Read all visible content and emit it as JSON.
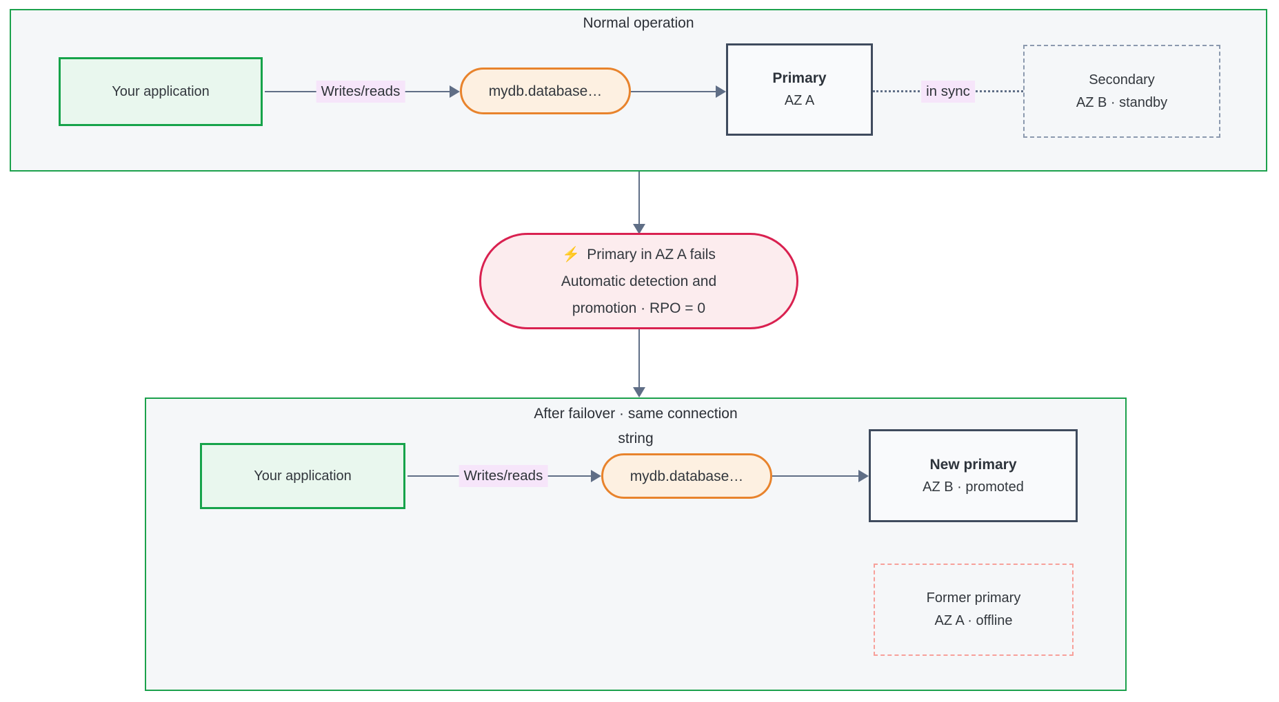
{
  "normal": {
    "title": "Normal operation",
    "app_label": "Your application",
    "edge_label": "Writes/reads",
    "endpoint_label": "mydb.database…",
    "primary_title": "Primary",
    "primary_subtitle": "AZ A",
    "sync_label": "in sync",
    "secondary_title": "Secondary",
    "secondary_subtitle": "AZ B · standby"
  },
  "event": {
    "icon": "⚡",
    "line1": "Primary in AZ A fails",
    "line2": "Automatic detection and",
    "line3": "promotion · RPO = 0"
  },
  "after": {
    "title_line1": "After failover · same connection",
    "title_line2": "string",
    "app_label": "Your application",
    "edge_label": "Writes/reads",
    "endpoint_label": "mydb.database…",
    "primary_title": "New primary",
    "primary_subtitle": "AZ B · promoted",
    "former_title": "Former primary",
    "former_subtitle": "AZ A · offline"
  },
  "colors": {
    "cluster_border_green": "#1ba14c",
    "app_green": "#16a34a",
    "app_fill": "#e9f7ee",
    "pill_orange": "#e8832c",
    "pill_fill": "#fdf0e1",
    "slate_border": "#3f4b5e",
    "dashed_slate": "#8b99ae",
    "stadium_red": "#d92150",
    "stadium_fill": "#fcecee",
    "edge_line": "#5f6e86",
    "edge_label_bg": "#f6e5fa",
    "salmon_dashed": "#f7a09a",
    "cluster_fill": "#f5f7f9"
  }
}
